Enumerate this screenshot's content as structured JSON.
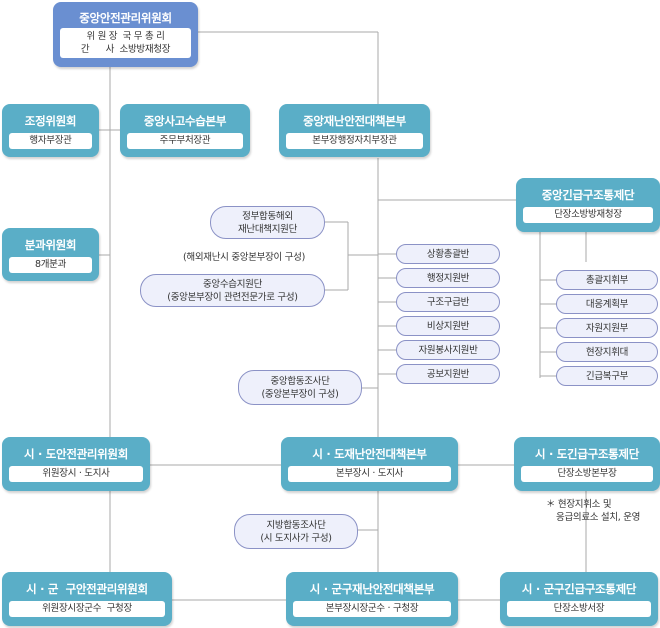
{
  "hq": {
    "title": "중앙안전관리위원회",
    "chair_line": "위 원 장  국 무 총 리",
    "secretary_line": "간      사  소방방재청장"
  },
  "left_committees": [
    {
      "title": "조정위원회",
      "sub": "행자부장관"
    },
    {
      "title": "분과위원회",
      "sub": "8개분과"
    }
  ],
  "central_accident_hq": {
    "title": "중앙사고수습본부",
    "sub": "주무부처장관"
  },
  "central_disaster_hq": {
    "title": "중앙재난안전대책본부",
    "sub": "본부장행정자치부장관"
  },
  "central_rescue": {
    "title": "중앙긴급구조통제단",
    "sub": "단장소방방재청장"
  },
  "support_groups": [
    {
      "line1": "정부합동해외",
      "line2": "재난대책지원단"
    },
    {
      "line1": "중앙수습지원단",
      "line2": "(중앙본부장이 관련전문가로 구성)"
    },
    {
      "line1": "중앙합동조사단",
      "line2": "(중앙본부장이 구성)"
    }
  ],
  "overseas_note": "(해외재난시 중앙본부장이 구성)",
  "center_units": [
    "상황총괄반",
    "행정지원반",
    "구조구급반",
    "비상지원반",
    "자원봉사지원반",
    "공보지원반"
  ],
  "rescue_units": [
    "총괄지휘부",
    "대응계획부",
    "자원지원부",
    "현장지휘대",
    "긴급복구부"
  ],
  "provincial": {
    "committee": {
      "title": "시 · 도안전관리위원회",
      "sub": "위원장시 · 도지사"
    },
    "disaster_hq": {
      "title": "시 · 도재난안전대책본부",
      "sub": "본부장시 · 도지사"
    },
    "rescue": {
      "title": "시 · 도긴급구조통제단",
      "sub": "단장소방본부장"
    },
    "investigation": {
      "line1": "지방합동조사단",
      "line2": "(시 도지사가 구성)"
    },
    "rescue_note_line1": "＊ 현장지휘소 및",
    "rescue_note_line2": "응급의료소 설치, 운영"
  },
  "local": {
    "committee": {
      "title": "시 · 군  구안전관리위원회",
      "sub": "위원장시장군수  구청장"
    },
    "disaster_hq": {
      "title": "시 · 군구재난안전대책본부",
      "sub": "본부장시장군수 · 구청장"
    },
    "rescue": {
      "title": "시 · 군구긴급구조통제단",
      "sub": "단장소방서장"
    }
  },
  "colors": {
    "committee_box": "#5aaec7",
    "hq_box": "#6a8fd1",
    "pill_fill": "#eef0fb",
    "pill_border": "#8b92c6",
    "line": "#aaaaaa"
  }
}
